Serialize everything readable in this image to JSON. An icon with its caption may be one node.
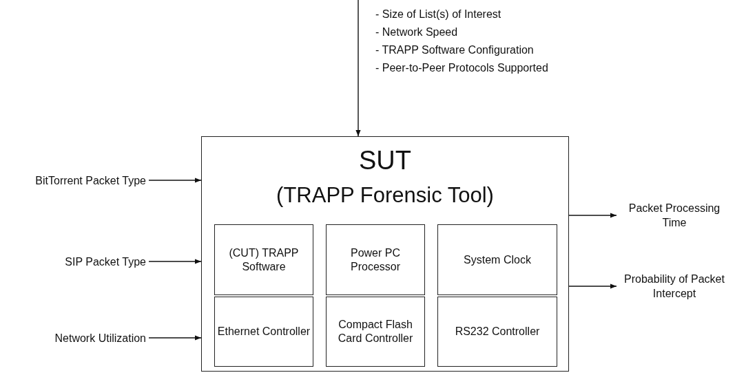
{
  "diagram": {
    "nodes": [
      {
        "text": [
          "SUT",
          "(TRAPP Forensic Tool)"
        ]
      },
      {
        "text": [
          "(CUT) TRAPP Software"
        ],
        "in": 0
      },
      {
        "text": [
          "Power PC Processor"
        ],
        "in": 0
      },
      {
        "text": [
          "System Clock"
        ],
        "in": 0
      },
      {
        "text": [
          "Ethernet Controller"
        ],
        "in": 0
      },
      {
        "text": [
          "Compact Flash Card Controller"
        ],
        "in": 0
      },
      {
        "text": [
          "RS232 Controller"
        ],
        "in": 0
      },
      {
        "text": [
          "BitTorrent Packet Type"
        ]
      },
      {
        "text": [
          "SIP Packet Type"
        ]
      },
      {
        "text": [
          "Network Utilization"
        ]
      },
      {
        "text": [
          "Packet Processing Time"
        ]
      },
      {
        "text": [
          "Probability of Packet Intercept"
        ]
      }
    ],
    "edges": [
      {
        "from": null,
        "to": 0,
        "arrow": "to"
      },
      {
        "from": 7,
        "to": 0,
        "arrow": "to"
      },
      {
        "from": 8,
        "to": 0,
        "arrow": "to"
      },
      {
        "from": 9,
        "to": 0,
        "arrow": "to"
      },
      {
        "from": 0,
        "to": 10,
        "arrow": "to"
      },
      {
        "from": 0,
        "to": 11,
        "arrow": "to"
      }
    ],
    "labels": [
      "- Size of List(s) of Interest",
      "- Network Speed",
      "- TRAPP Software Configuration",
      "- Peer-to-Peer Protocols Supported"
    ]
  }
}
